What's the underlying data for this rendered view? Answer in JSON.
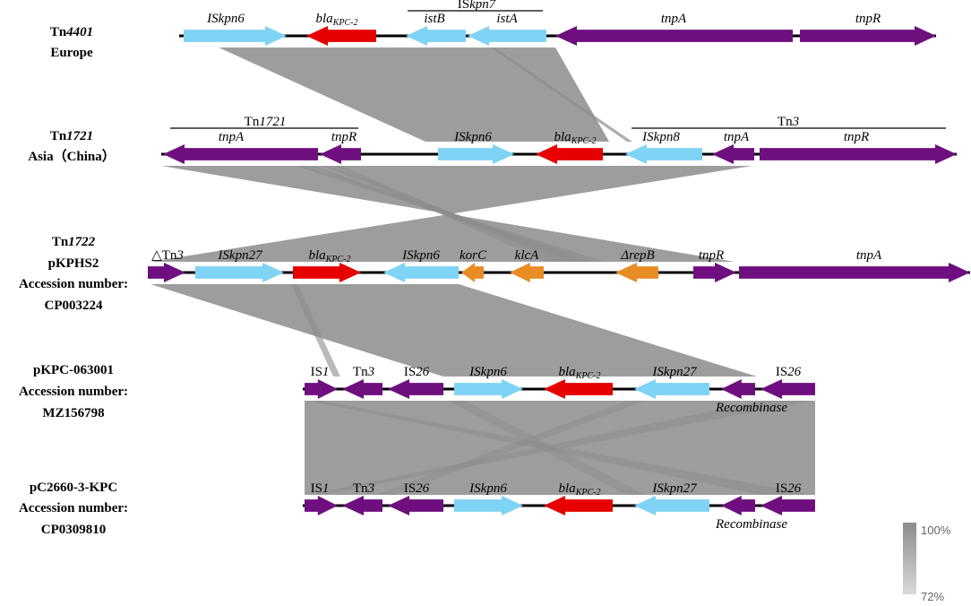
{
  "colors": {
    "IS": "#7fd3f5",
    "bla": "#e60000",
    "tn": "#6f0f7f",
    "other": "#e88d24",
    "homology": "#8c8c8c",
    "backbone": "#000000"
  },
  "rows": [
    {
      "label": [
        "Tn4401",
        "Europe"
      ],
      "genes": [
        {
          "label": "ISkpn6",
          "type": "IS"
        },
        {
          "label": "blaKPC-2",
          "type": "bla"
        },
        {
          "label": "istB",
          "type": "IS"
        },
        {
          "label": "istA",
          "type": "IS"
        },
        {
          "label": "tnpA",
          "type": "tn"
        },
        {
          "label": "tnpR",
          "type": "tn"
        }
      ],
      "brackets": [
        {
          "label": "ISkpn7"
        }
      ]
    },
    {
      "label": [
        "Tn1721",
        "Asia（China）"
      ],
      "genes": [
        {
          "label": "tnpA",
          "type": "tn"
        },
        {
          "label": "tnpR",
          "type": "tn"
        },
        {
          "label": "ISkpn6",
          "type": "IS"
        },
        {
          "label": "blaKPC-2",
          "type": "bla"
        },
        {
          "label": "ISkpn8",
          "type": "IS"
        },
        {
          "label": "tnpA",
          "type": "tn"
        },
        {
          "label": "tnpR",
          "type": "tn"
        }
      ],
      "brackets": [
        {
          "label": "Tn1721"
        },
        {
          "label": "Tn3"
        }
      ]
    },
    {
      "label": [
        "Tn1722",
        "pKPHS2",
        "Accession number:",
        "CP003224"
      ],
      "genes": [
        {
          "label": "△Tn3",
          "type": "tn"
        },
        {
          "label": "ISkpn27",
          "type": "IS"
        },
        {
          "label": "blaKPC-2",
          "type": "bla"
        },
        {
          "label": "ISkpn6",
          "type": "IS"
        },
        {
          "label": "korC",
          "type": "other"
        },
        {
          "label": "klcA",
          "type": "other"
        },
        {
          "label": "ΔrepB",
          "type": "other"
        },
        {
          "label": "tnpR",
          "type": "tn"
        },
        {
          "label": "tnpA",
          "type": "tn"
        }
      ]
    },
    {
      "label": [
        "pKPC-063001",
        "Accession number:",
        "MZ156798"
      ],
      "genes": [
        {
          "label": "IS1",
          "type": "tn"
        },
        {
          "label": "Tn3",
          "type": "tn"
        },
        {
          "label": "IS26",
          "type": "tn"
        },
        {
          "label": "ISkpn6",
          "type": "IS"
        },
        {
          "label": "blaKPC-2",
          "type": "bla"
        },
        {
          "label": "ISkpn27",
          "type": "IS"
        },
        {
          "label": "Recombinase",
          "type": "tn"
        },
        {
          "label": "IS26",
          "type": "tn"
        }
      ]
    },
    {
      "label": [
        "pC2660-3-KPC",
        "Accession number:",
        "CP0309810"
      ],
      "genes": [
        {
          "label": "IS1",
          "type": "tn"
        },
        {
          "label": "Tn3",
          "type": "tn"
        },
        {
          "label": "IS26",
          "type": "tn"
        },
        {
          "label": "ISkpn6",
          "type": "IS"
        },
        {
          "label": "blaKPC-2",
          "type": "bla"
        },
        {
          "label": "ISkpn27",
          "type": "IS"
        },
        {
          "label": "Recombinase",
          "type": "tn"
        },
        {
          "label": "IS26",
          "type": "tn"
        }
      ]
    }
  ],
  "scale": {
    "max_label": "100%",
    "min_label": "72%"
  }
}
